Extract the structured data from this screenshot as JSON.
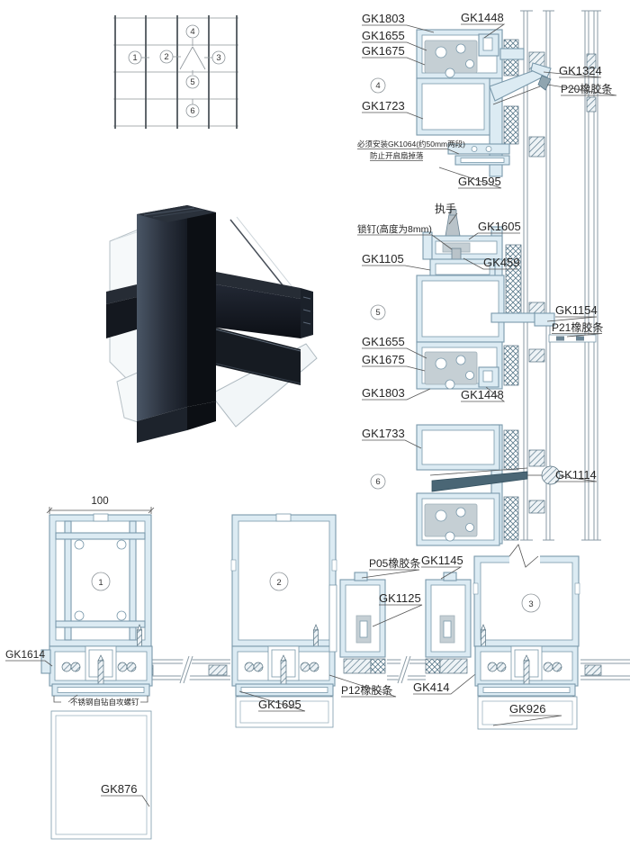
{
  "colors": {
    "profile_line": "#7a99ab",
    "profile_fill": "#dcebf3",
    "glazing_channel": "#c5cfd4",
    "hatch": "#55707f",
    "text": "#262626",
    "render_dark": "#10141a",
    "background": "#ffffff"
  },
  "bubbles": {
    "s1": "1",
    "s2": "2",
    "s3": "3",
    "s4": "4",
    "s5": "5",
    "s6": "6"
  },
  "labels": {
    "s4": {
      "gk1803": "GK1803",
      "gk1448": "GK1448",
      "gk1655": "GK1655",
      "gk1675": "GK1675",
      "gk1723": "GK1723",
      "gk1595": "GK1595",
      "gk1324": "GK1324",
      "p20": "P20橡胶条",
      "note1": "必须安装GK1064(约50mm两段)",
      "note2": "防止开启扇掉落"
    },
    "s5": {
      "handle": "执手",
      "lockpin": "锁钉(高度为8mm)",
      "gk1605": "GK1605",
      "gk459": "GK459",
      "gk1105": "GK1105",
      "gk1154": "GK1154",
      "p21": "P21橡胶条",
      "gk1655": "GK1655",
      "gk1675": "GK1675",
      "gk1803": "GK1803",
      "gk1448": "GK1448"
    },
    "s6": {
      "gk1733": "GK1733",
      "gk1114": "GK1114"
    },
    "s1": {
      "dim": "100",
      "gk1614": "GK1614",
      "screw_note": "不锈钢自钻自攻螺钉",
      "gk876": "GK876"
    },
    "s2": {
      "gk1695": "GK1695",
      "p12": "P12橡胶条"
    },
    "s23": {
      "p05": "P05橡胶条",
      "gk1145": "GK1145",
      "gk1125": "GK1125",
      "gk414": "GK414"
    },
    "s3": {
      "gk926": "GK926"
    }
  }
}
